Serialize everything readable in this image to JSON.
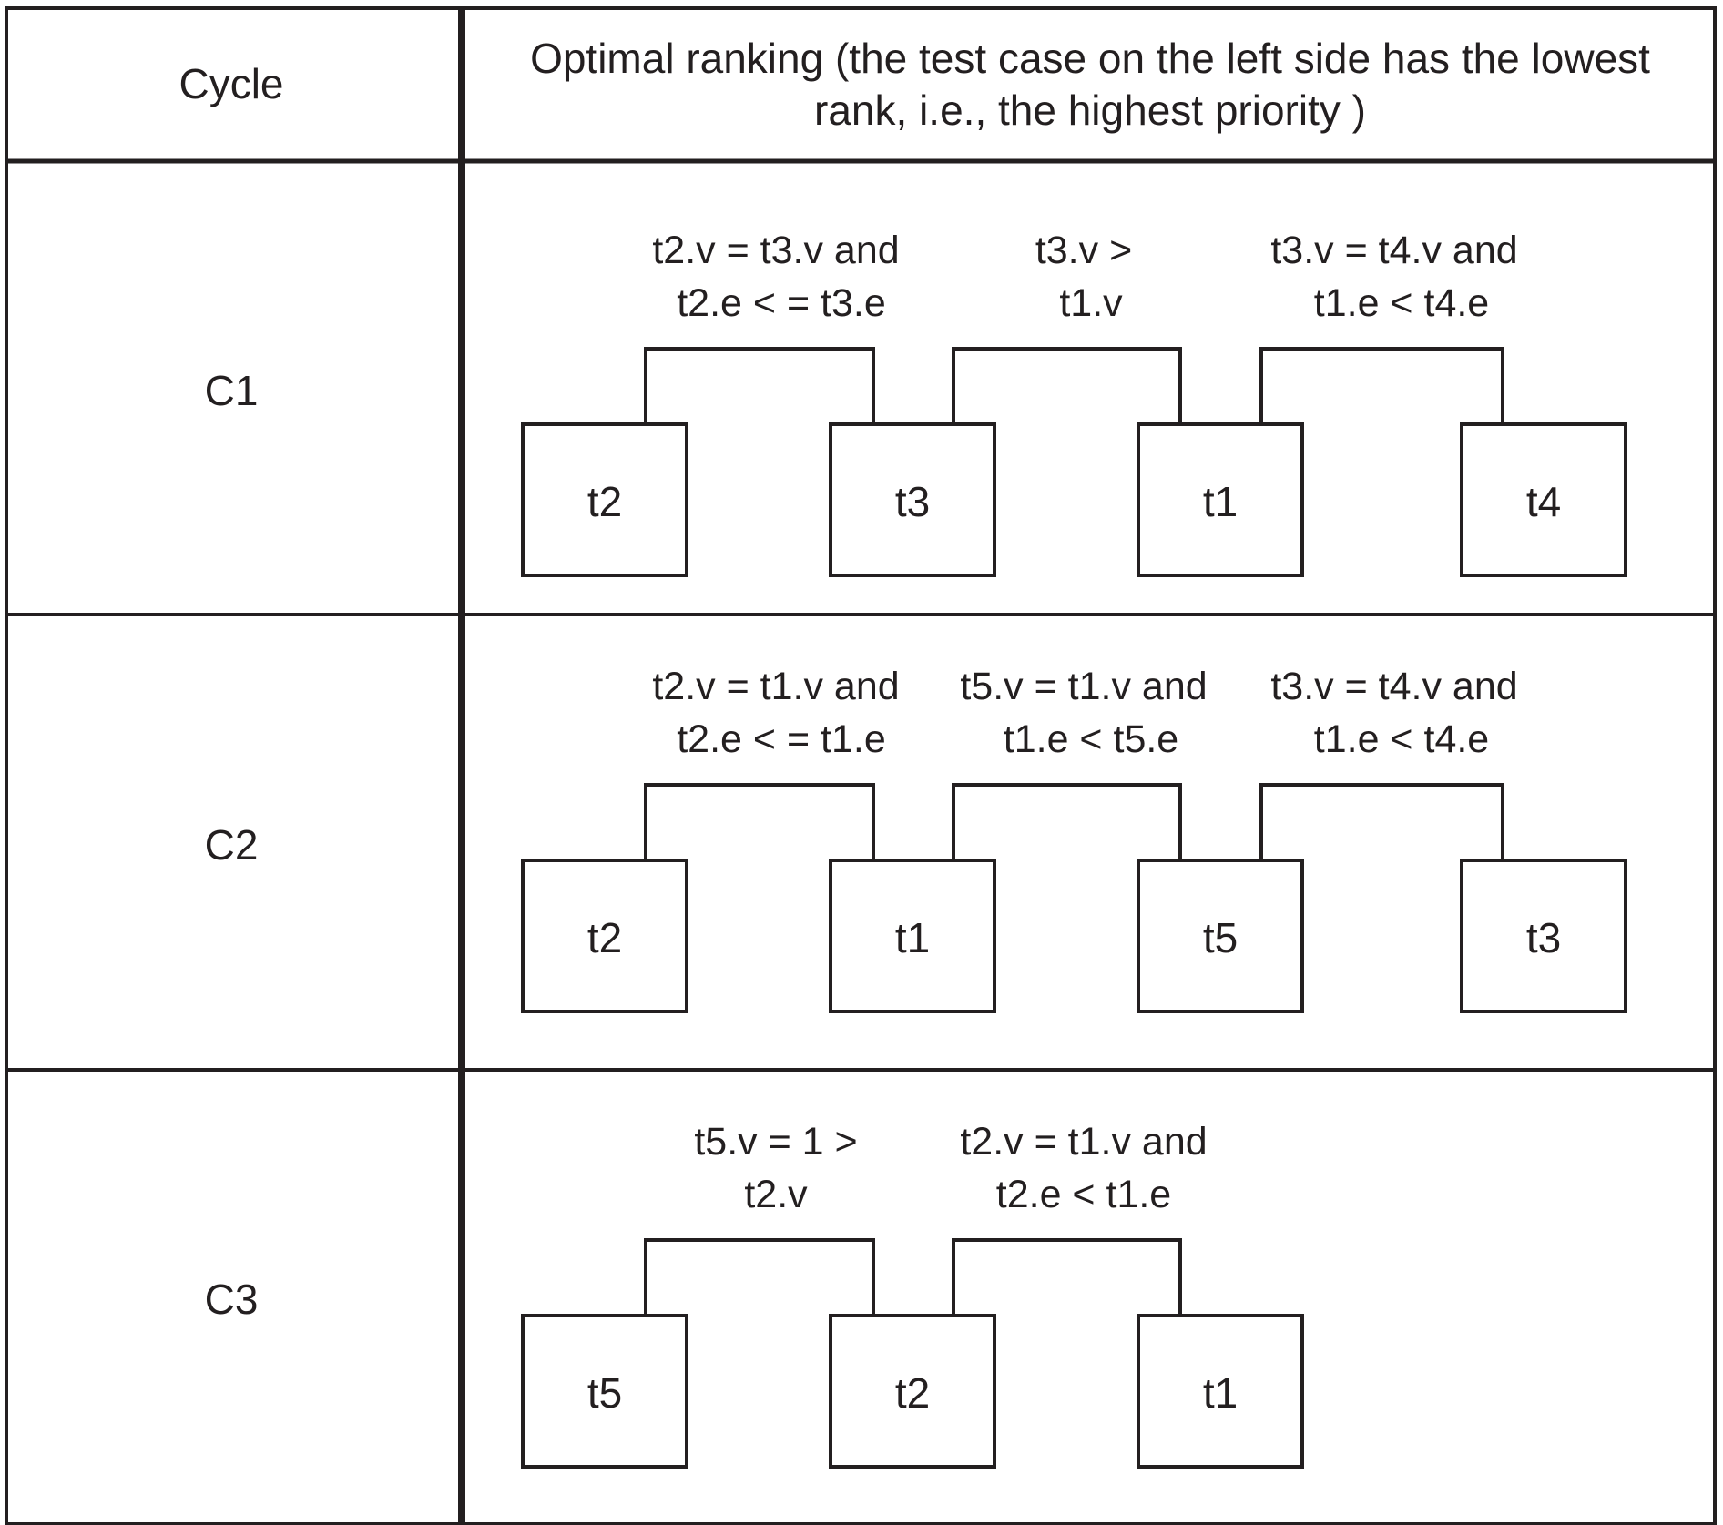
{
  "header": {
    "cycle_label": "Cycle",
    "ranking_label_line1": "Optimal ranking (the test case on the left side has the lowest",
    "ranking_label_line2": "rank, i.e., the highest priority )"
  },
  "rows": [
    {
      "cycle": "C1",
      "tests": [
        "t2",
        "t3",
        "t1",
        "t4"
      ],
      "relations": [
        [
          "t2.v = t3.v and",
          "t2.e < = t3.e"
        ],
        [
          "t3.v >",
          "t1.v"
        ],
        [
          "t3.v = t4.v and",
          "t1.e < t4.e"
        ]
      ]
    },
    {
      "cycle": "C2",
      "tests": [
        "t2",
        "t1",
        "t5",
        "t3"
      ],
      "relations": [
        [
          "t2.v = t1.v and",
          "t2.e < = t1.e"
        ],
        [
          "t5.v = t1.v and",
          "t1.e < t5.e"
        ],
        [
          "t3.v = t4.v and",
          "t1.e < t4.e"
        ]
      ]
    },
    {
      "cycle": "C3",
      "tests": [
        "t5",
        "t2",
        "t1"
      ],
      "relations": [
        [
          "t5.v = 1 >",
          "t2.v"
        ],
        [
          "t2.v = t1.v and",
          "t2.e < t1.e"
        ]
      ]
    }
  ]
}
